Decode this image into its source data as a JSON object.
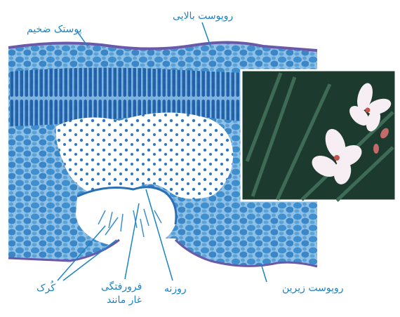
{
  "labels": {
    "thick_cuticle": "پوستک ضخیم",
    "upper_epidermis": "روپوست بالایی",
    "lower_epidermis": "روپوست زیرین",
    "stoma": "روزنه",
    "crypt_line1": "فرورفتگی",
    "crypt_line2": "غار مانند",
    "hairs": "کُرک"
  },
  "colors": {
    "label": "#1a84c6",
    "tissue": "#3f8fcf",
    "cuticle": "#6a58a8",
    "photo_bg": "#1d3a2e",
    "flower": "#f6eef2"
  }
}
